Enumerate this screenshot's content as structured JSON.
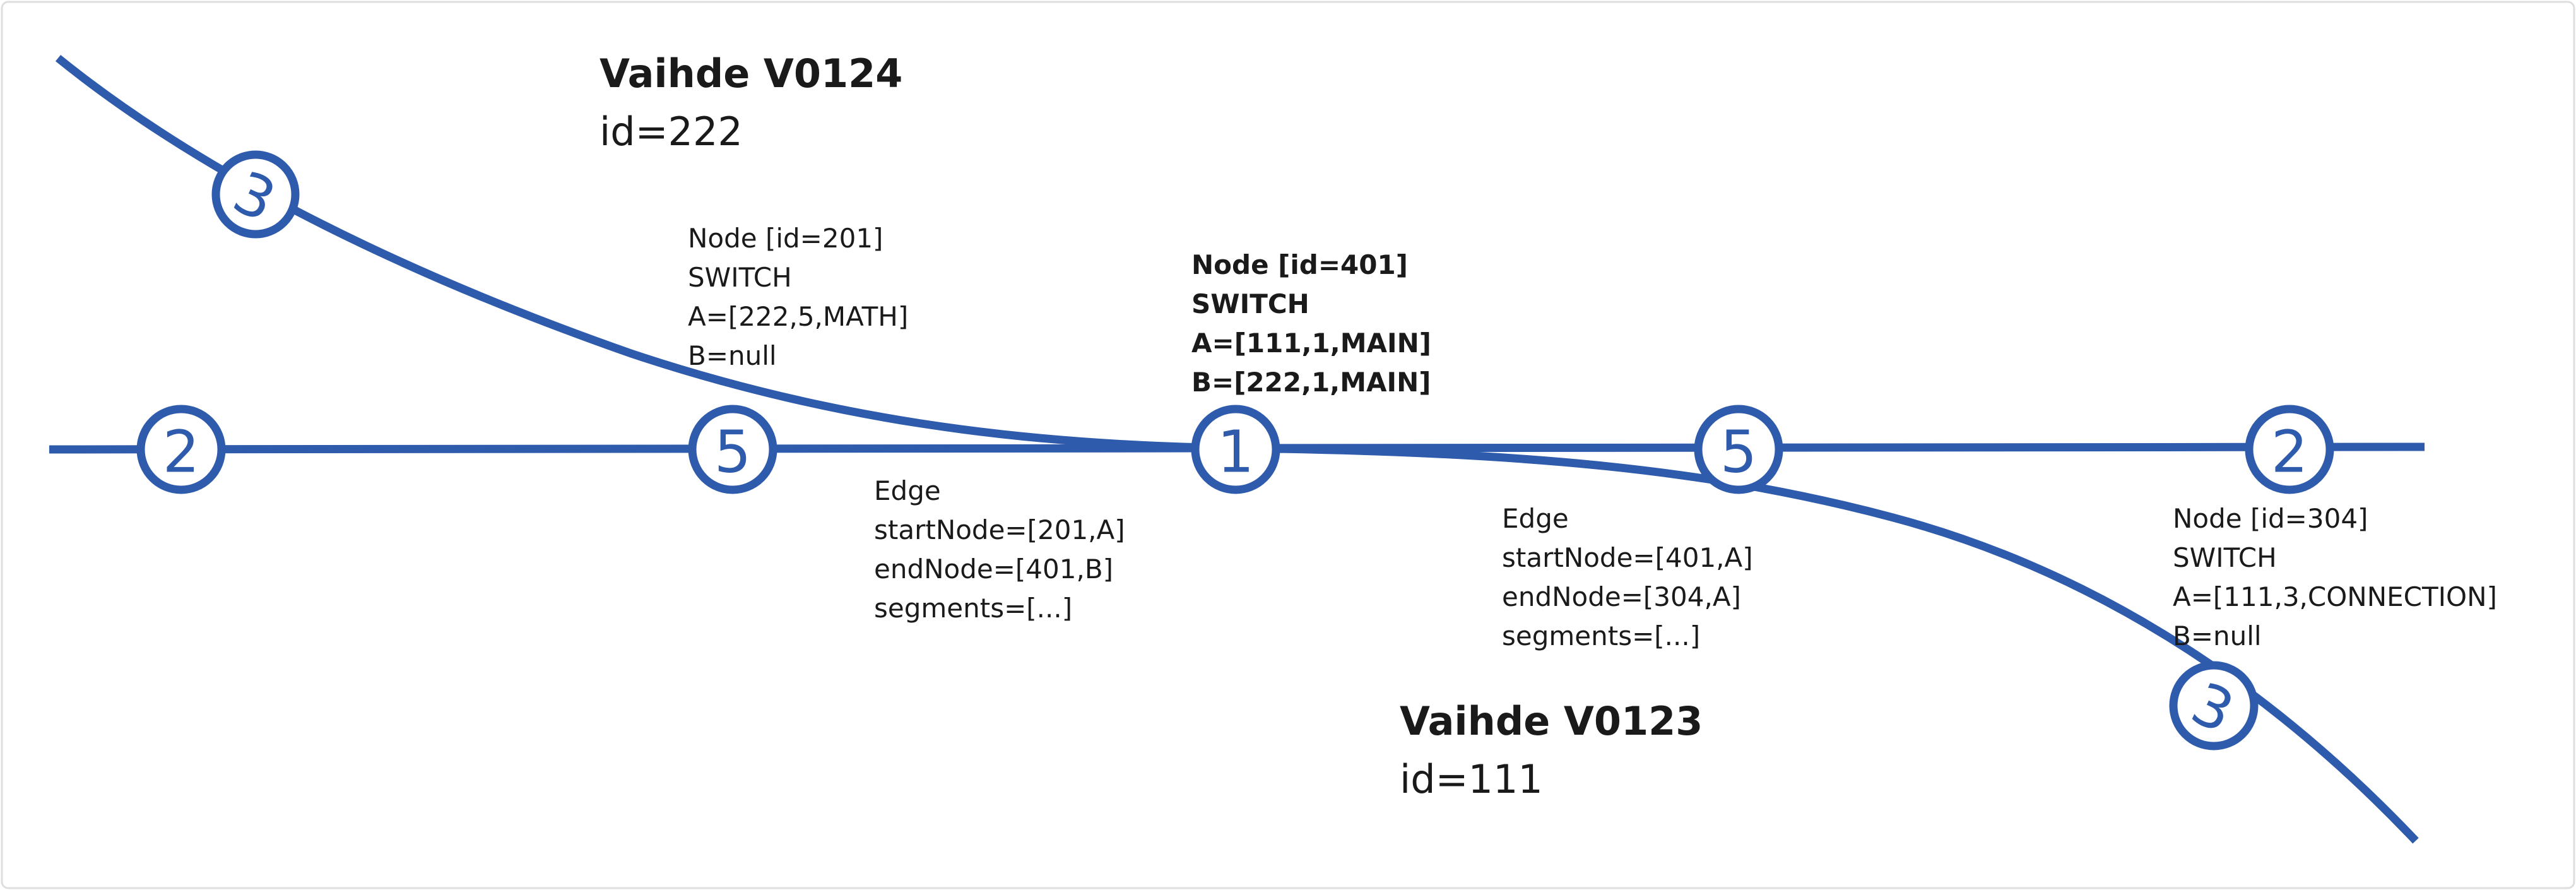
{
  "colors": {
    "track": "#2f5bad",
    "text": "#1a1a1a",
    "frame": "#dedede"
  },
  "switches": [
    {
      "title": "Vaihde V0124",
      "id_label": "id=222"
    },
    {
      "title": "Vaihde V0123",
      "id_label": "id=111"
    }
  ],
  "joints": [
    {
      "label": "3"
    },
    {
      "label": "2"
    },
    {
      "label": "5"
    },
    {
      "label": "1"
    },
    {
      "label": "5"
    },
    {
      "label": "2"
    },
    {
      "label": "3"
    }
  ],
  "info_blocks": [
    {
      "name": "node-201-info",
      "bold": false,
      "lines": [
        "Node [id=201]",
        "SWITCH",
        "A=[222,5,MATH]",
        "B=null"
      ]
    },
    {
      "name": "node-401-info",
      "bold": true,
      "lines": [
        "Node [id=401]",
        "SWITCH",
        "A=[111,1,MAIN]",
        "B=[222,1,MAIN]"
      ]
    },
    {
      "name": "edge-201-401-info",
      "bold": false,
      "lines": [
        "Edge",
        "startNode=[201,A]",
        "endNode=[401,B]",
        "segments=[...]"
      ]
    },
    {
      "name": "edge-401-304-info",
      "bold": false,
      "lines": [
        "Edge",
        "startNode=[401,A]",
        "endNode=[304,A]",
        "segments=[...]"
      ]
    },
    {
      "name": "node-304-info",
      "bold": false,
      "lines": [
        "Node [id=304]",
        "SWITCH",
        "A=[111,3,CONNECTION]",
        "B=null"
      ]
    }
  ]
}
